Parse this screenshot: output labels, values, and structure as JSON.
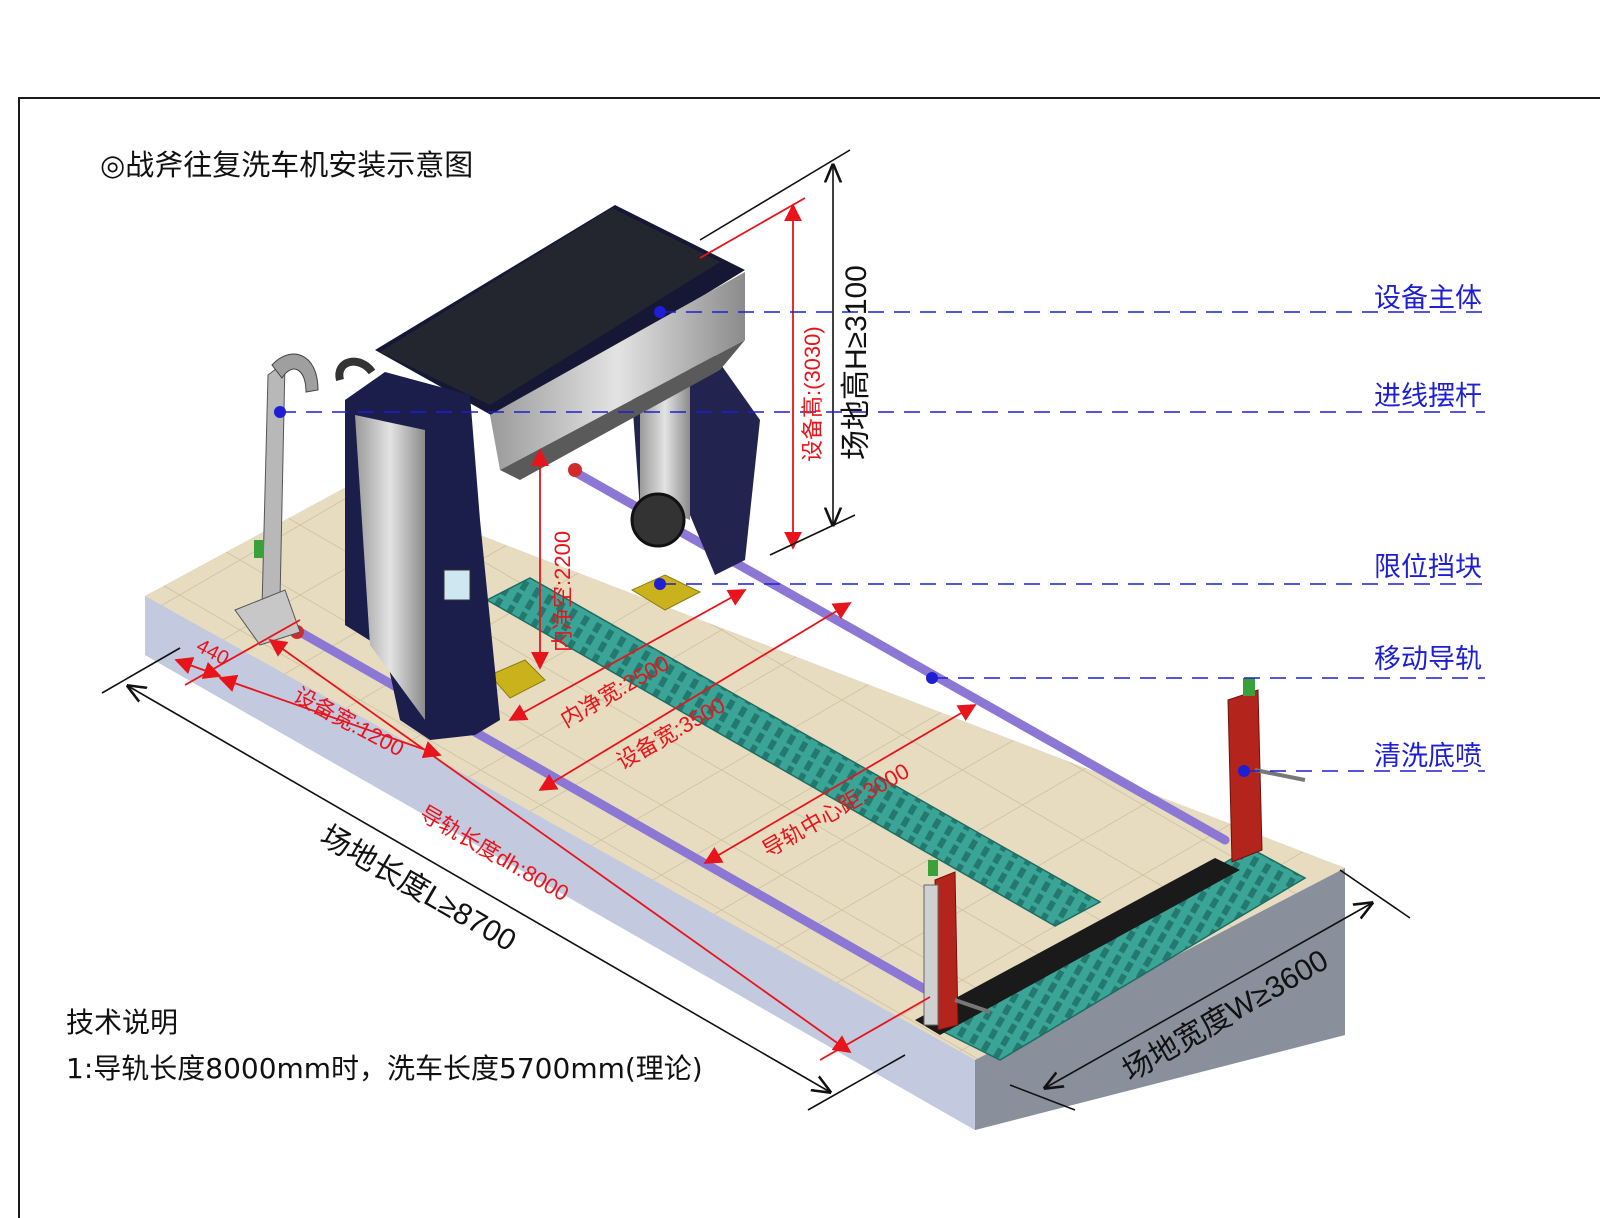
{
  "title": "◎战斧往复洗车机安装示意图",
  "legend": {
    "main_body": "设备主体",
    "feed_arm": "进线摆杆",
    "limit_block": "限位挡块",
    "moving_rail": "移动导轨",
    "under_spray": "清洗底喷"
  },
  "dimensions": {
    "site_height": "场地高H≥3100",
    "equip_height": "设备高:(3030)",
    "inner_clear_height": "内净空:2200",
    "inner_clear_width": "内净宽:2500",
    "equip_width": "设备宽:3500",
    "equip_width_side": "设备宽:1200",
    "offset": "440",
    "rail_length": "导轨长度dh:8000",
    "rail_center": "导轨中心距:3000",
    "site_length": "场地长度L≥8700",
    "site_width": "场地宽度W≥3600"
  },
  "notes": {
    "heading": "技术说明",
    "line1": "1:导轨长度8000mm时，洗车长度5700mm(理论)"
  },
  "colors": {
    "dimension_red": "#e8141b",
    "legend_blue": "#1e1ed2",
    "machine_navy": "#1b1d4a",
    "grating_teal": "#2e9b8f",
    "rail_purple": "#8c78d4",
    "post_red": "#b3241d"
  }
}
